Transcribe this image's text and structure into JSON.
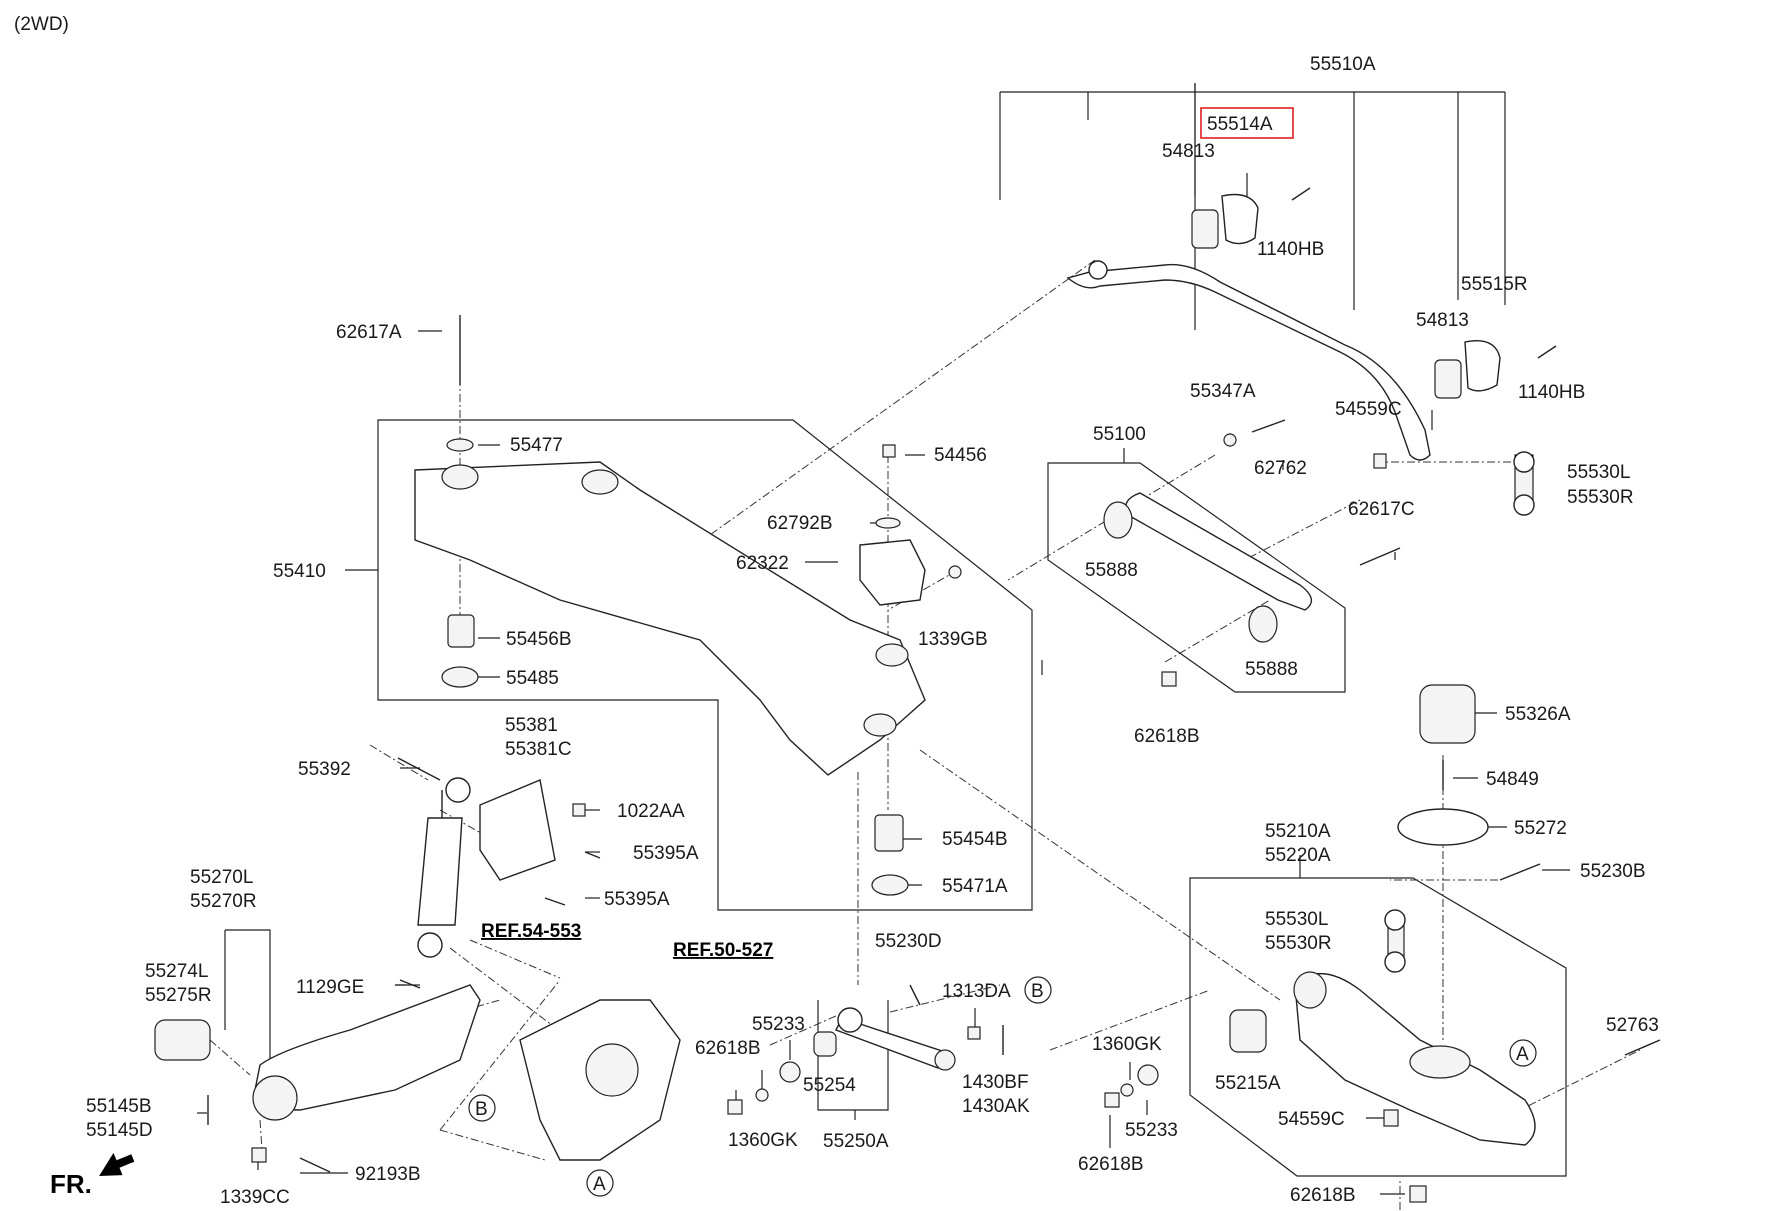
{
  "variant": "(2WD)",
  "front_label": "FR.",
  "colors": {
    "highlight": "#e02020",
    "line": "#222222"
  },
  "refs": {
    "shock": "REF.54-553",
    "knuckle": "REF.50-527"
  },
  "circle_refs": {
    "a": "A",
    "b": "B"
  },
  "labels": {
    "p55510A": "55510A",
    "p55514A": "55514A",
    "p54813a": "54813",
    "p1140HBa": "1140HB",
    "p55515R": "55515R",
    "p54813b": "54813",
    "p1140HBb": "1140HB",
    "p54559Ca": "54559C",
    "p55530La": "55530L",
    "p55530Ra": "55530R",
    "p62617A": "62617A",
    "p55477": "55477",
    "p54456": "54456",
    "p62792B": "62792B",
    "p62322": "62322",
    "p1339GB": "1339GB",
    "p55410": "55410",
    "p55456B": "55456B",
    "p55485": "55485",
    "p55347A": "55347A",
    "p55100": "55100",
    "p62762": "62762",
    "p55888a": "55888",
    "p62617C": "62617C",
    "p55888b": "55888",
    "p62618Ba": "62618B",
    "p55326A": "55326A",
    "p54849": "54849",
    "p55272": "55272",
    "p55381": "55381",
    "p55381C": "55381C",
    "p55392": "55392",
    "p1022AA": "1022AA",
    "p55395Aa": "55395A",
    "p55395Ab": "55395A",
    "p55454B": "55454B",
    "p55471A": "55471A",
    "p55210A": "55210A",
    "p55220A": "55220A",
    "p55230B": "55230B",
    "p55530Lb": "55530L",
    "p55530Rb": "55530R",
    "p55270L": "55270L",
    "p55270R": "55270R",
    "p55274L": "55274L",
    "p55275R": "55275R",
    "p1129GE": "1129GE",
    "p55230D": "55230D",
    "p1313DA": "1313DA",
    "p55233a": "55233",
    "p62618Bb": "62618B",
    "p55254": "55254",
    "p1360GKa": "1360GK",
    "p55250A": "55250A",
    "p1430BF": "1430BF",
    "p1430AK": "1430AK",
    "p1360GKb": "1360GK",
    "p55215A": "55215A",
    "p52763": "52763",
    "p55233b": "55233",
    "p62618Bc": "62618B",
    "p54559Cb": "54559C",
    "p62618Bd": "62618B",
    "p55145B": "55145B",
    "p55145D": "55145D",
    "p1339CC": "1339CC",
    "p92193B": "92193B"
  }
}
